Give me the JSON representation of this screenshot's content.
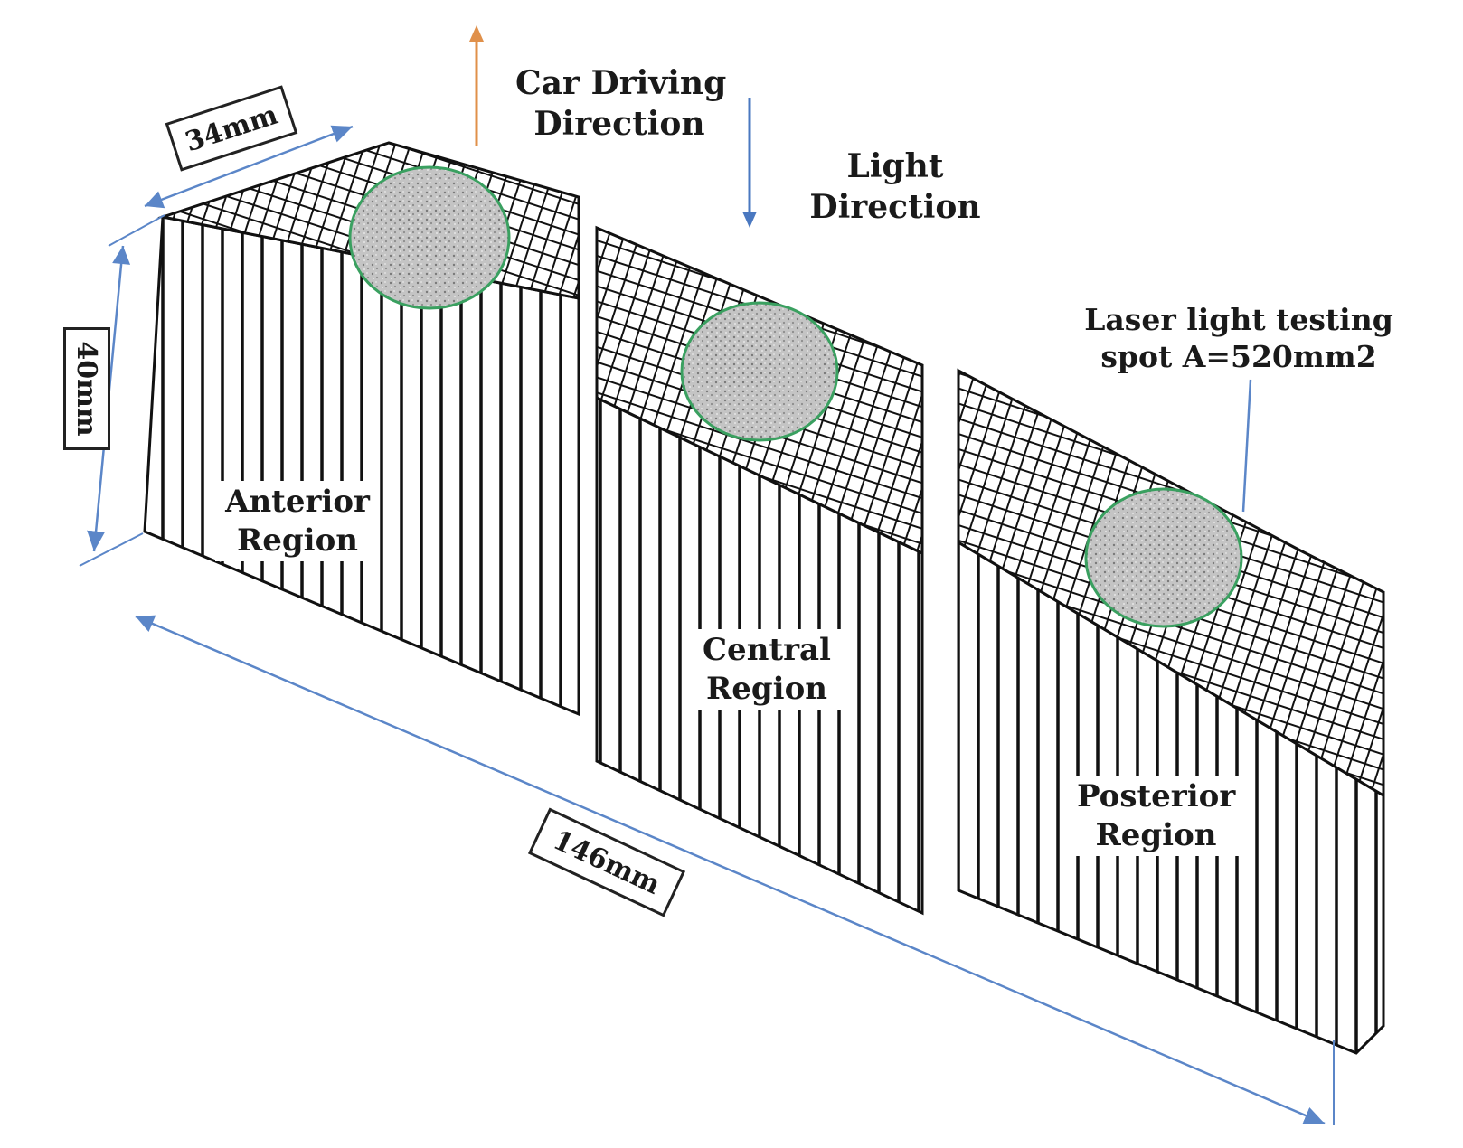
{
  "labels": {
    "car_driving": [
      "Car Driving",
      "Direction"
    ],
    "light": [
      "Light",
      "Direction"
    ],
    "laser": [
      "Laser light testing",
      "spot A=520mm2"
    ],
    "anterior": [
      "Anterior",
      "Region"
    ],
    "central": [
      "Central",
      "Region"
    ],
    "posterior": [
      "Posterior",
      "Region"
    ]
  },
  "dimensions": {
    "depth": "34mm",
    "height": "40mm",
    "length": "146mm"
  },
  "colors": {
    "car_arrow": "#e0904a",
    "light_arrow": "#4a78c0",
    "dimension_line": "#5b86c8",
    "spot_fill": "#b9b9b9",
    "spot_rim": "#3aa060",
    "hatch": "#1a1a1a"
  }
}
